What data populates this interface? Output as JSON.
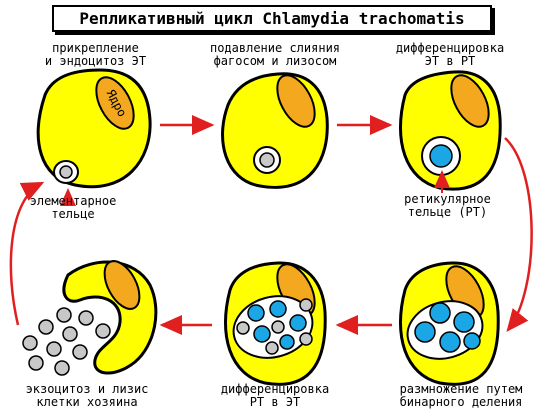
{
  "title": "Репликативный цикл Chlamydia trachomatis",
  "stages": {
    "attach": [
      "прикрепление",
      "и эндоцитоз ЭТ"
    ],
    "suppress": [
      "подавление слияния",
      "фагосом и лизосом"
    ],
    "diff_et_rt": [
      "дифференцировка",
      "ЭТ в РТ"
    ],
    "multiply": [
      "размножение путем",
      "бинарного деления"
    ],
    "diff_rt_et": [
      "дифференцировка",
      "РТ в ЭТ"
    ],
    "exocytosis": [
      "экзоцитоз и лизис",
      "клетки хозяина"
    ]
  },
  "annotations": {
    "elementary_body": [
      "элементарное",
      "тельце"
    ],
    "reticulate_body": [
      "ретикулярное",
      "тельце (РТ)"
    ],
    "nucleus": "Ядро"
  },
  "colors": {
    "cell": "#FFFF00",
    "nucleus": "#F4A81D",
    "vacuole": "#FFFFFF",
    "rt": "#1BA7E5",
    "et": "#C8C8C8",
    "arrow": "#E02020",
    "outline": "#000000"
  }
}
